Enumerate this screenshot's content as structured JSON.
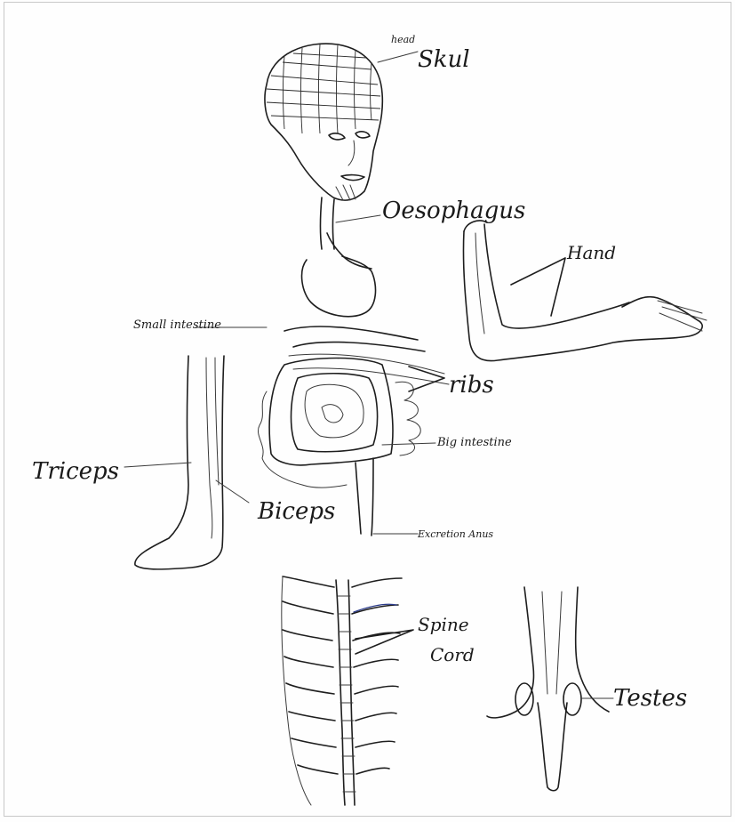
{
  "labels": {
    "head": "head",
    "skull": "Skul",
    "oesophagus": "Oesophagus",
    "hand": "Hand",
    "small_intestine": "Small intestine",
    "ribs": "ribs",
    "big_intestine": "Big intestine",
    "triceps": "Triceps",
    "biceps": "Biceps",
    "excretion_anus": "Excretion Anus",
    "spine_cord_line1": "Spine",
    "spine_cord_line2": "Cord",
    "testes": "Testes"
  }
}
